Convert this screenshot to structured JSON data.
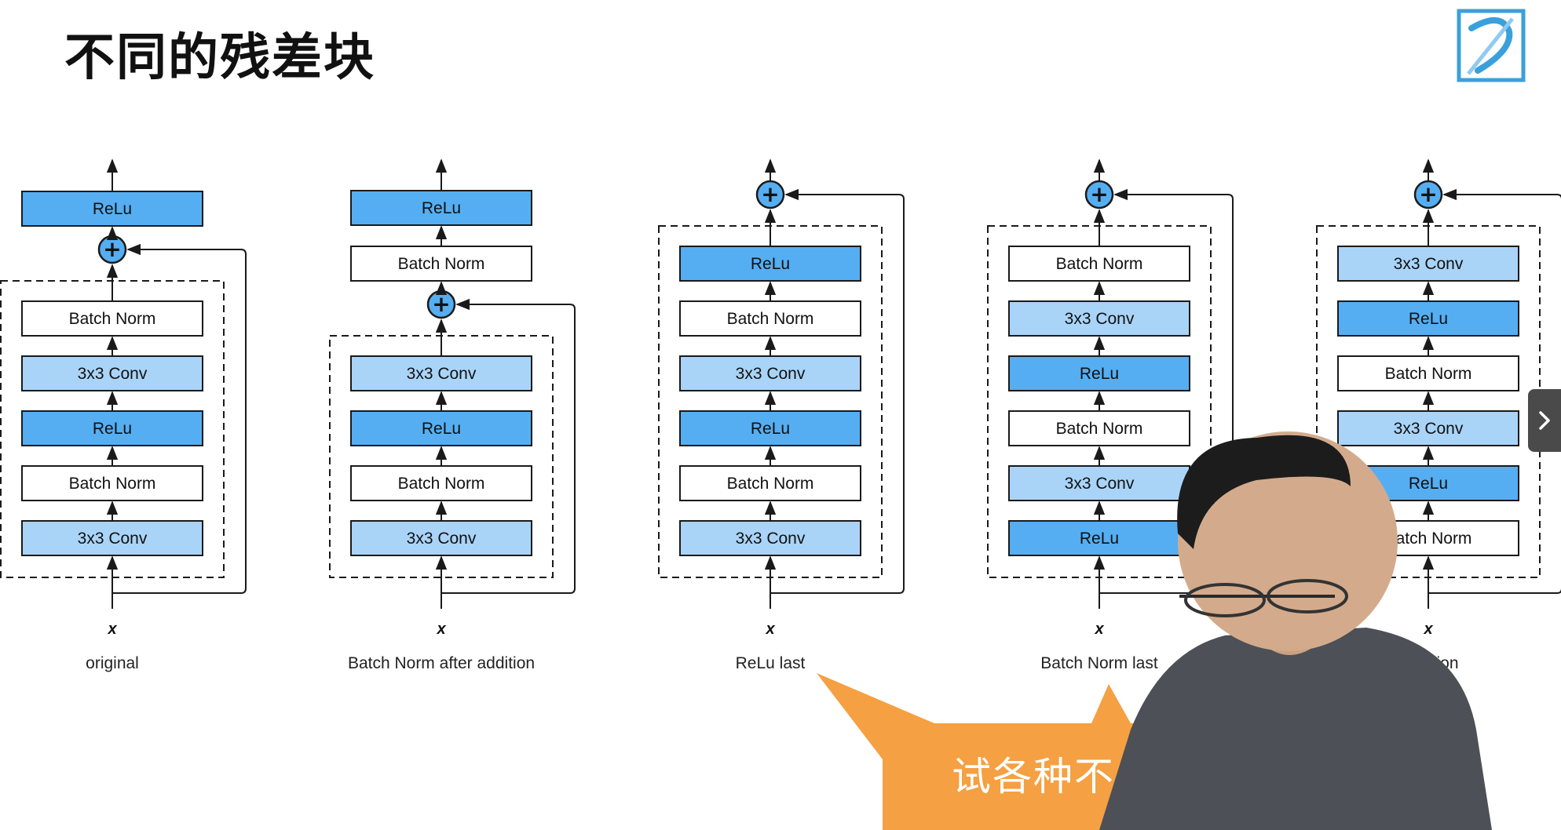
{
  "slide": {
    "title": "不同的残差块"
  },
  "colors": {
    "relu_fill": "#55aef2",
    "conv_fill": "#a9d4f8",
    "norm_fill": "#ffffff",
    "stroke": "#1a1a1a",
    "bubble": "#f5a042"
  },
  "diagram": {
    "input_label": "x",
    "add_symbol": "+",
    "variants": [
      {
        "name": "original",
        "caption": "original",
        "inside": [
          "3x3 Conv",
          "Batch Norm",
          "ReLu",
          "3x3 Conv",
          "Batch Norm"
        ],
        "after": [
          "ReLu"
        ]
      },
      {
        "name": "batch-norm-after-addition",
        "caption": "Batch Norm after addition",
        "inside": [
          "3x3 Conv",
          "Batch Norm",
          "ReLu",
          "3x3 Conv"
        ],
        "after": [
          "Batch Norm",
          "ReLu"
        ]
      },
      {
        "name": "relu-last",
        "caption": "ReLu last",
        "inside": [
          "3x3 Conv",
          "Batch Norm",
          "ReLu",
          "3x3 Conv",
          "Batch Norm",
          "ReLu"
        ],
        "after": []
      },
      {
        "name": "batch-norm-last",
        "caption": "Batch Norm last",
        "inside": [
          "ReLu",
          "3x3 Conv",
          "Batch Norm",
          "ReLu",
          "3x3 Conv",
          "Batch Norm"
        ],
        "after": []
      },
      {
        "name": "pre-activation",
        "caption": "ctivation",
        "inside": [
          "Batch Norm",
          "ReLu",
          "3x3 Conv",
          "Batch Norm",
          "ReLu",
          "3x3 Conv"
        ],
        "after": []
      }
    ]
  },
  "overlay": {
    "subtitle_bubble_text": "试各种不",
    "watermark_icon": "bilibili-logo-icon",
    "next_icon": "chevron-right-icon"
  }
}
